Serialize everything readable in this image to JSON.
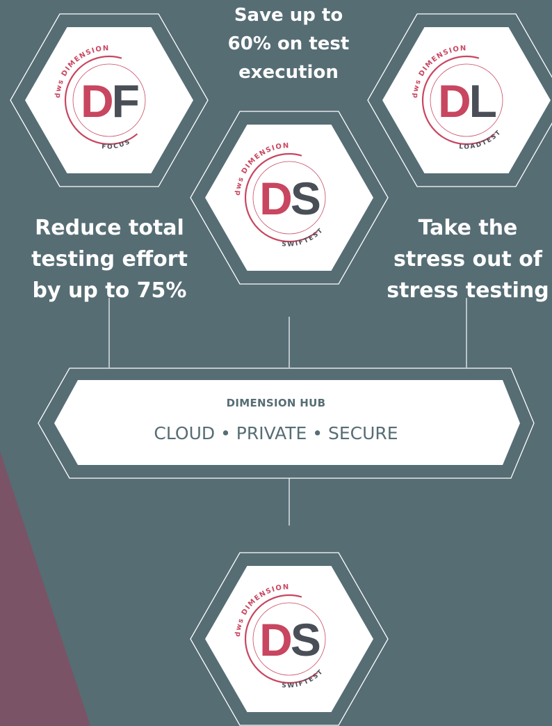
{
  "colors": {
    "background": "#566d74",
    "hex_fill": "#ffffff",
    "accent_red": "#c84660",
    "dark_gray": "#4a4f57",
    "corner_shape": "#7a5366"
  },
  "products": [
    {
      "id": "df",
      "brand": "dws DIMENSION",
      "letter1": "D",
      "letter2": "F",
      "name": "FOCUS",
      "caption": [
        "Reduce total",
        "testing effort",
        "by up to 75%"
      ]
    },
    {
      "id": "ds",
      "brand": "dws DIMENSION",
      "letter1": "D",
      "letter2": "S",
      "name": "SWIFTEST",
      "caption": [
        "Save up to",
        "60% on test",
        "execution"
      ]
    },
    {
      "id": "dl",
      "brand": "dws DIMENSION",
      "letter1": "D",
      "letter2": "L",
      "name": "LOADTEST",
      "caption": [
        "Take the",
        "stress out of",
        "stress testing"
      ]
    }
  ],
  "bottom_product": {
    "brand": "dws DIMENSION",
    "letter1": "D",
    "letter2": "S",
    "name": "SWIFTEST"
  },
  "hub": {
    "title": "DIMENSION HUB",
    "subtitle": "CLOUD • PRIVATE • SECURE"
  }
}
